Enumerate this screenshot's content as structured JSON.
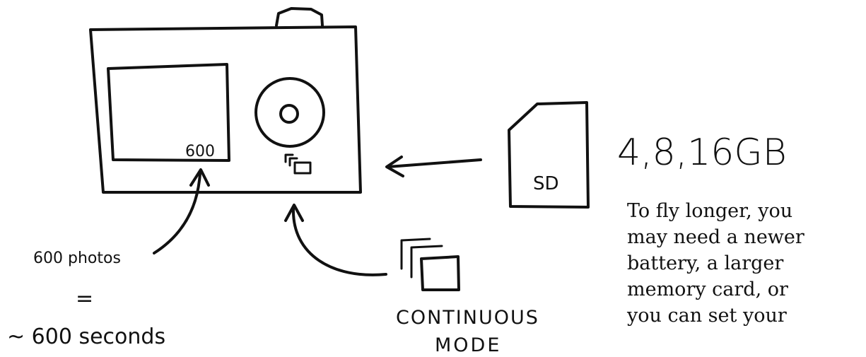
{
  "camera": {
    "screen_counter": "600",
    "mode_icon": "continuous-mode-icon"
  },
  "sd_card": {
    "label": "SD"
  },
  "capacity_label": "4,8,16GB",
  "annotation_photos": {
    "line1": "600 photos",
    "line2": "=",
    "line3": "~ 600 seconds"
  },
  "annotation_mode": {
    "line1": "CONTINUOUS",
    "line2": "MODE"
  },
  "body_text": {
    "lines": [
      "To fly longer, you",
      "may need a newer",
      "battery, a larger",
      "memory card, or",
      "you can set your"
    ]
  }
}
